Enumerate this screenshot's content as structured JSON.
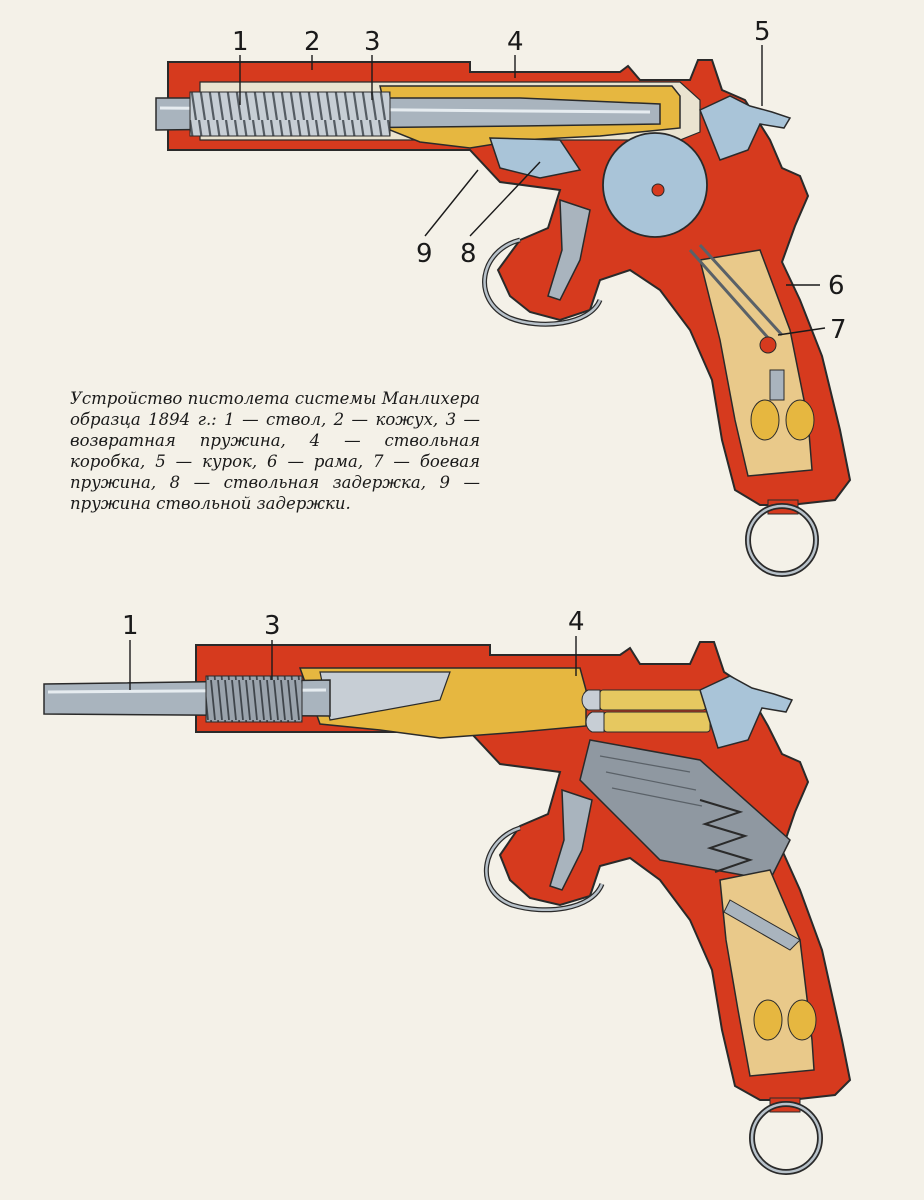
{
  "caption": "Устройство пистолета системы Манлихера образца 1894 г.: 1 — ствол, 2 — кожух, 3 — возвратная пружина, 4 — ствольная коробка, 5 — курок, 6 — рама, 7 — боевая пружина, 8 — ствольная задержка, 9 — пружина ствольной задержки.",
  "top_figure": {
    "labels": [
      "1",
      "2",
      "3",
      "4",
      "5",
      "6",
      "7",
      "8",
      "9"
    ]
  },
  "bottom_figure": {
    "labels": [
      "1",
      "3",
      "4"
    ]
  },
  "colors": {
    "frame_red": "#d63a1e",
    "barrel_steel": "#a9b4be",
    "receiver_gold": "#e6b740",
    "wood": "#e9c98a",
    "spring": "#6f7780",
    "outline": "#2a2a2a",
    "background": "#f4f1e8"
  }
}
